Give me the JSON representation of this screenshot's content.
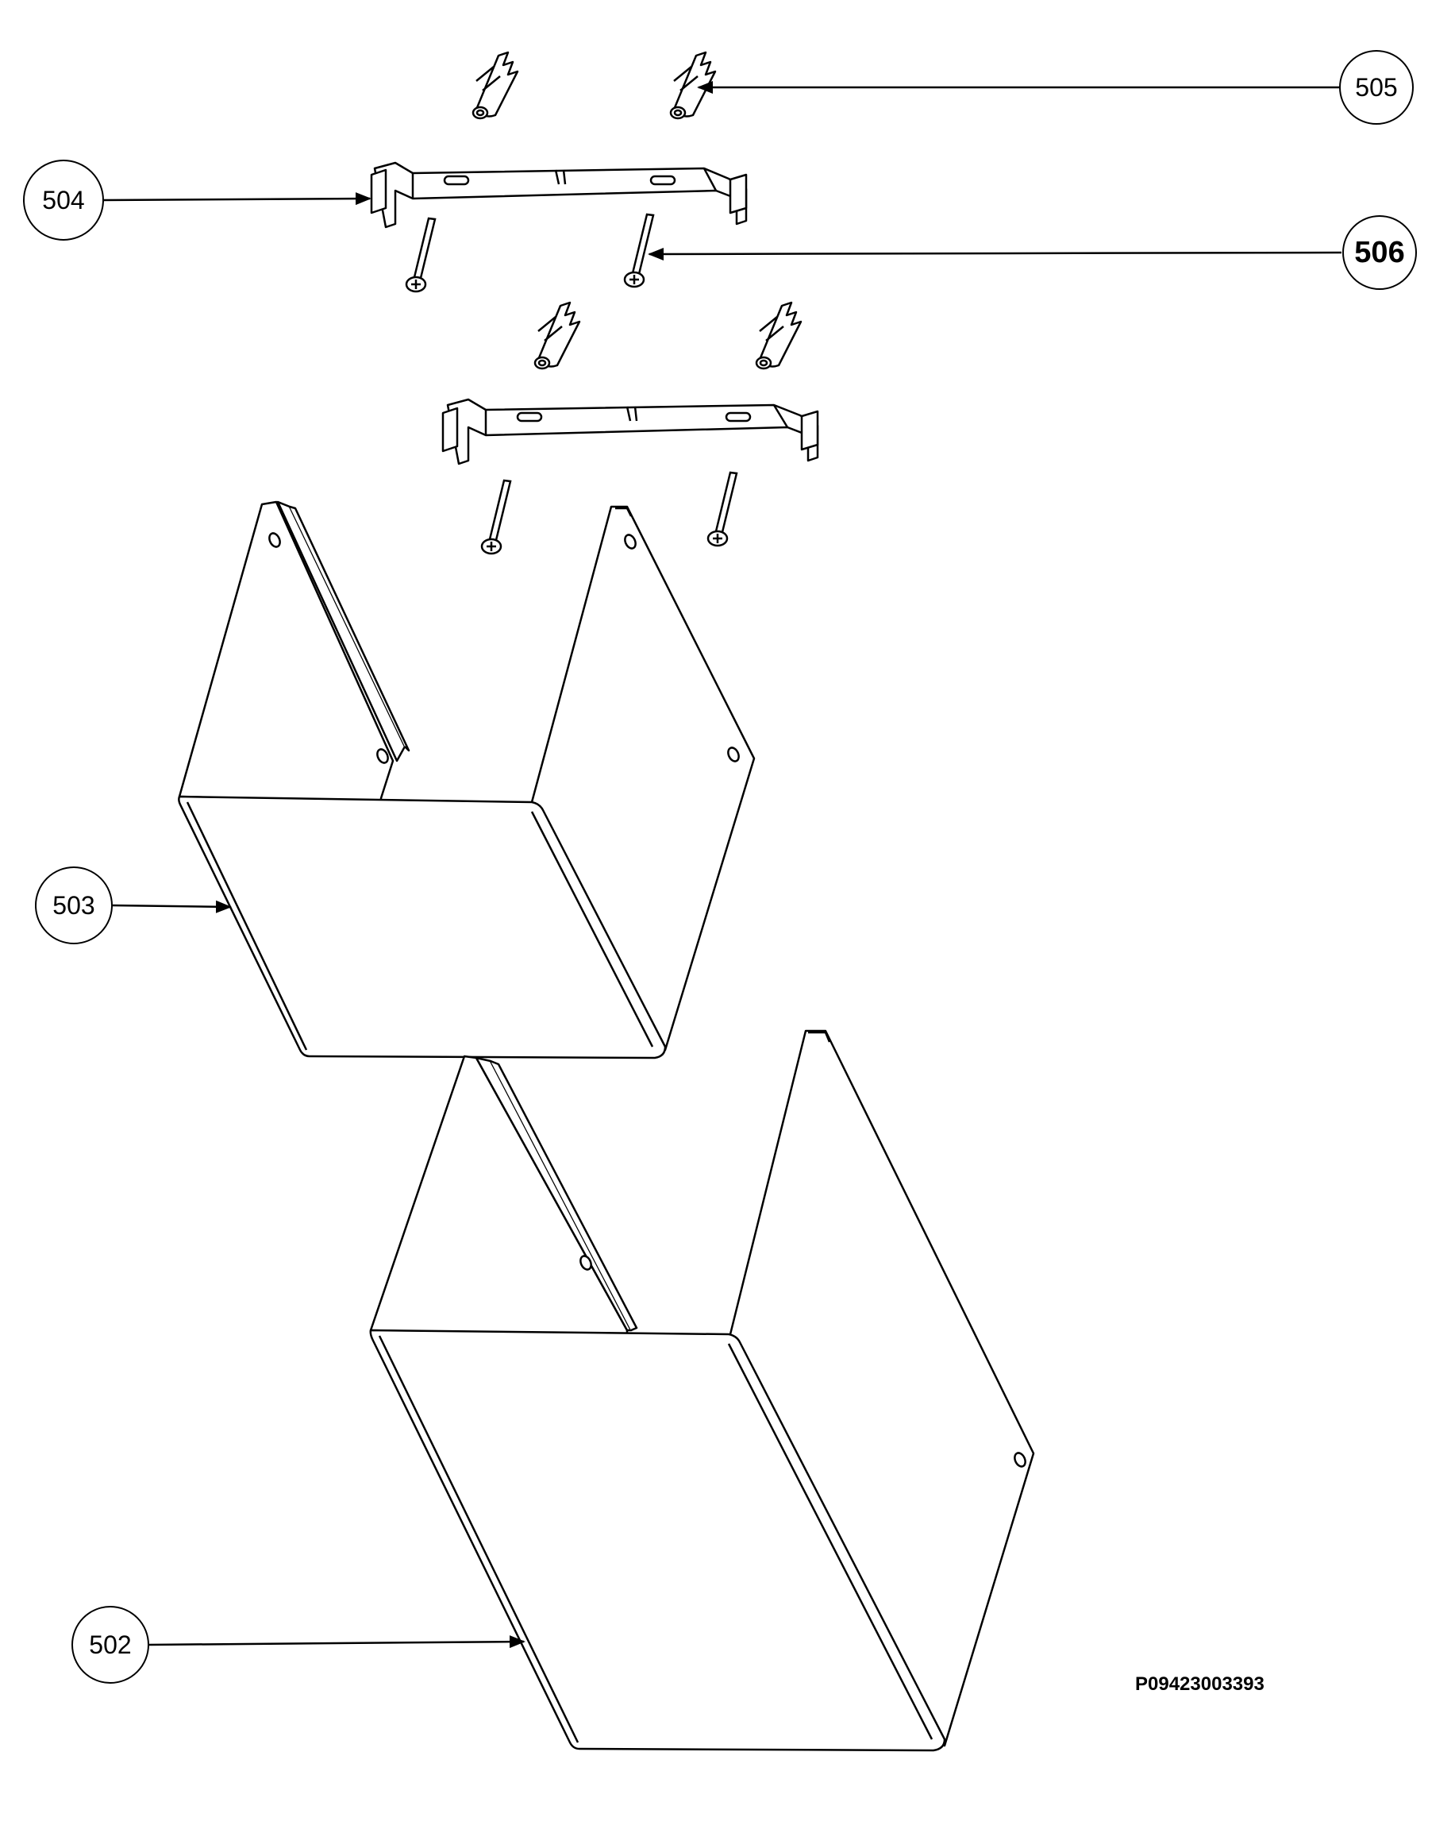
{
  "callouts": [
    {
      "id": "505",
      "label": "505",
      "bold": false
    },
    {
      "id": "504",
      "label": "504",
      "bold": false
    },
    {
      "id": "506",
      "label": "506",
      "bold": true
    },
    {
      "id": "503",
      "label": "503",
      "bold": false
    },
    {
      "id": "502",
      "label": "502",
      "bold": false
    }
  ],
  "drawing_number": "P09423003393",
  "colors": {
    "line": "#000000",
    "background": "#ffffff"
  }
}
